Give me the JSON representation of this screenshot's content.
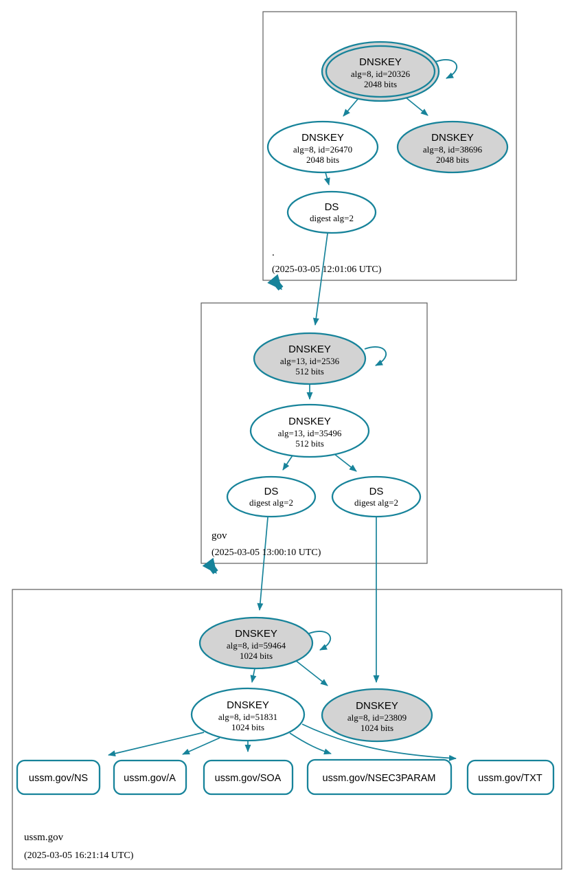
{
  "colors": {
    "edge": "#17839a",
    "ksk_fill": "#d3d3d3",
    "node_fill": "#ffffff",
    "box_border": "#5c5c5c",
    "text": "#000000",
    "bg": "#ffffff"
  },
  "zones": {
    "root": {
      "label": ".",
      "timestamp": "(2025-03-05 12:01:06 UTC)"
    },
    "gov": {
      "label": "gov",
      "timestamp": "(2025-03-05 13:00:10 UTC)"
    },
    "ussm": {
      "label": "ussm.gov",
      "timestamp": "(2025-03-05 16:21:14 UTC)"
    }
  },
  "nodes": {
    "root_ksk": {
      "title": "DNSKEY",
      "alg": "alg=8, id=20326",
      "bits": "2048 bits"
    },
    "root_zsk": {
      "title": "DNSKEY",
      "alg": "alg=8, id=26470",
      "bits": "2048 bits"
    },
    "root_key3": {
      "title": "DNSKEY",
      "alg": "alg=8, id=38696",
      "bits": "2048 bits"
    },
    "root_ds": {
      "title": "DS",
      "alg": "digest alg=2"
    },
    "gov_ksk": {
      "title": "DNSKEY",
      "alg": "alg=13, id=2536",
      "bits": "512 bits"
    },
    "gov_zsk": {
      "title": "DNSKEY",
      "alg": "alg=13, id=35496",
      "bits": "512 bits"
    },
    "gov_ds1": {
      "title": "DS",
      "alg": "digest alg=2"
    },
    "gov_ds2": {
      "title": "DS",
      "alg": "digest alg=2"
    },
    "ussm_ksk": {
      "title": "DNSKEY",
      "alg": "alg=8, id=59464",
      "bits": "1024 bits"
    },
    "ussm_zsk": {
      "title": "DNSKEY",
      "alg": "alg=8, id=51831",
      "bits": "1024 bits"
    },
    "ussm_key3": {
      "title": "DNSKEY",
      "alg": "alg=8, id=23809",
      "bits": "1024 bits"
    }
  },
  "rrsets": {
    "ns": {
      "label": "ussm.gov/NS"
    },
    "a": {
      "label": "ussm.gov/A"
    },
    "soa": {
      "label": "ussm.gov/SOA"
    },
    "nsec3param": {
      "label": "ussm.gov/NSEC3PARAM"
    },
    "txt": {
      "label": "ussm.gov/TXT"
    }
  }
}
